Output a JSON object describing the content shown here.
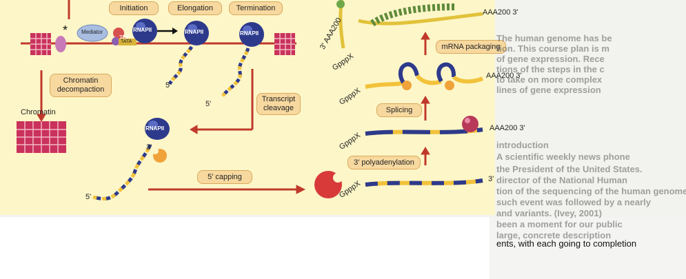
{
  "diagram": {
    "steps": {
      "initiation": "Initiation",
      "elongation": "Elongation",
      "termination": "Termination",
      "chromatin_decompaction": "Chromatin decompaction",
      "transcript_cleavage": "Transcript cleavage",
      "capping": "5' capping",
      "polyadenylation": "3' polyadenylation",
      "splicing": "Splicing",
      "mrna_packaging": "mRNA packaging"
    },
    "labels": {
      "chromatin": "Chromatin",
      "mediator": "Mediator",
      "tbp": "TBP",
      "tata": "TATA",
      "rnapii": "RNAPII",
      "five_prime": "5'",
      "three_prime": "3'",
      "cap": "GpppX",
      "polya": "AAA200 3'",
      "polya_rot": "3' AAA200",
      "asterisk": "*"
    },
    "background_text": [
      "The human genome has be",
      "tion. This course plan is m",
      "of gene expression. Rece",
      "tions of the steps in the c",
      "to take on more complex",
      "lines of gene expression",
      "introduction",
      "A scientific weekly news phone",
      "the President of the United States.",
      "director of the National Human",
      "tion of the sequencing of the human genome",
      "such event was followed by a nearly",
      "and variants. (Ivey, 2001)",
      "been a moment for our public",
      "large, concrete description"
    ],
    "caption": "ents, with each going to completion"
  }
}
